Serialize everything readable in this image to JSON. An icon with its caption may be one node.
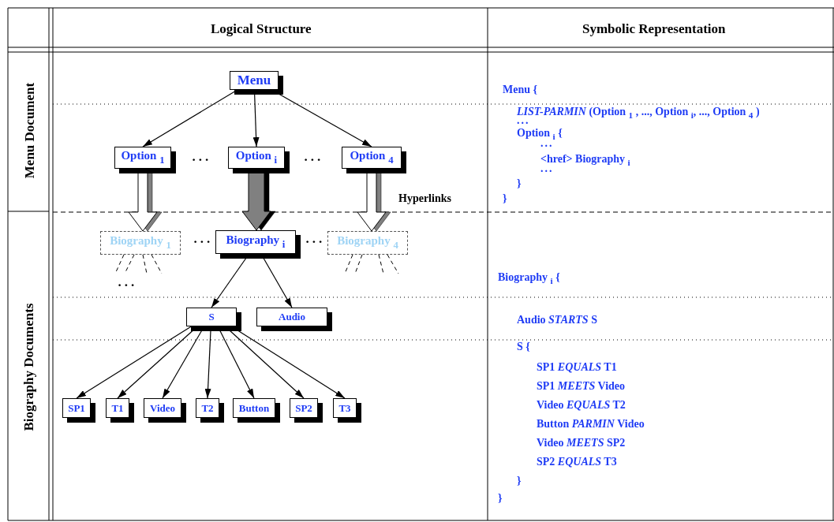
{
  "diagram": {
    "nodes": [
      {
        "text": [
          "Menu"
        ]
      },
      {
        "text": [
          "Option $_{1}$"
        ]
      },
      {
        "text": [
          "Option $_{i}$"
        ]
      },
      {
        "text": [
          "Option $_{4}$"
        ]
      },
      {
        "text": [
          "Biography $_{1}$"
        ]
      },
      {
        "text": [
          "Biography $_{i}$"
        ]
      },
      {
        "text": [
          "Biography $_{4}$"
        ]
      },
      {
        "text": [
          "S"
        ]
      },
      {
        "text": [
          "Audio"
        ]
      },
      {
        "text": [
          "SP1"
        ]
      },
      {
        "text": [
          "T1"
        ]
      },
      {
        "text": [
          "Video"
        ]
      },
      {
        "text": [
          "T2"
        ]
      },
      {
        "text": [
          "Button"
        ]
      },
      {
        "text": [
          "SP2"
        ]
      },
      {
        "text": [
          "T3"
        ]
      }
    ],
    "edges": [
      {
        "from": 0,
        "to": 1,
        "arrow": "to"
      },
      {
        "from": 0,
        "to": 2,
        "arrow": "to"
      },
      {
        "from": 0,
        "to": 3,
        "arrow": "to"
      },
      {
        "from": 1,
        "to": 4,
        "arrow": "to",
        "style": "thick"
      },
      {
        "from": 2,
        "to": 5,
        "arrow": "to",
        "style": "thick",
        "color": "#808080"
      },
      {
        "from": 3,
        "to": 6,
        "arrow": "to",
        "style": "thick"
      },
      {
        "from": 4,
        "to": null,
        "arrow": "none",
        "style": "dashed"
      },
      {
        "from": 4,
        "to": null,
        "arrow": "none",
        "style": "dashed"
      },
      {
        "from": 4,
        "to": null,
        "arrow": "none",
        "style": "dashed"
      },
      {
        "from": 4,
        "to": null,
        "arrow": "none",
        "style": "dashed"
      },
      {
        "from": 6,
        "to": null,
        "arrow": "none",
        "style": "dashed"
      },
      {
        "from": 6,
        "to": null,
        "arrow": "none",
        "style": "dashed"
      },
      {
        "from": 6,
        "to": null,
        "arrow": "none",
        "style": "dashed"
      },
      {
        "from": 6,
        "to": null,
        "arrow": "none",
        "style": "dashed"
      },
      {
        "from": 5,
        "to": 7,
        "arrow": "to"
      },
      {
        "from": 5,
        "to": 8,
        "arrow": "to"
      },
      {
        "from": 7,
        "to": 9,
        "arrow": "to"
      },
      {
        "from": 7,
        "to": 10,
        "arrow": "to"
      },
      {
        "from": 7,
        "to": 11,
        "arrow": "to"
      },
      {
        "from": 7,
        "to": 12,
        "arrow": "to"
      },
      {
        "from": 7,
        "to": 13,
        "arrow": "to"
      },
      {
        "from": 7,
        "to": 14,
        "arrow": "to"
      },
      {
        "from": 7,
        "to": 15,
        "arrow": "to"
      }
    ],
    "labels": [
      "Logical Structure",
      "Symbolic Representation",
      "Menu Document",
      "Biography Documents",
      "...",
      "...",
      "...",
      "...",
      "...",
      "Hyperlinks",
      "Menu {",
      "*LIST-PARMIN* (Option $_{1}$ , ..., Option $_{i}$, ..., Option $_{4}$ )",
      "...",
      "Option $_{i}$ {",
      "...",
      "<href> Biography $_{i}$",
      "...",
      "}",
      "}",
      "Biography $_{i}$ {",
      "Audio *STARTS* S",
      "S {",
      "SP1 *EQUALS* T1",
      "SP1 *MEETS* Video",
      "Video *EQUALS* T2",
      "Button *PARMIN* Video",
      "Video *MEETS* SP2",
      "SP2 *EQUALS* T3",
      "}",
      "}"
    ]
  }
}
